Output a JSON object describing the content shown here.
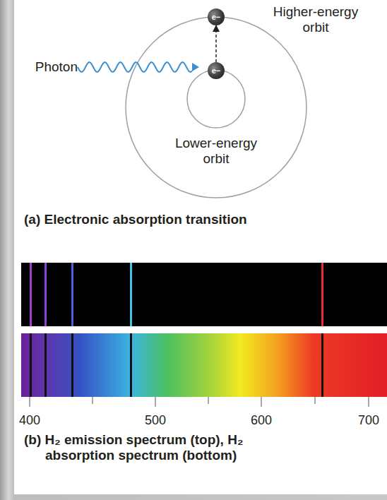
{
  "diagram": {
    "nodes": [
      {
        "text": [
          "e−"
        ]
      },
      {
        "text": [
          "e−"
        ]
      }
    ],
    "edges": [
      {
        "from": 1,
        "to": 0,
        "arrow": "to"
      }
    ],
    "labels": [
      "Higher-energy orbit",
      "Photon",
      "Lower-energy orbit",
      "(a) Electronic absorption transition",
      "400",
      "500",
      "600",
      "700",
      "(b) H₂ emission spectrum (top), H₂ absorption spectrum (bottom)"
    ]
  }
}
